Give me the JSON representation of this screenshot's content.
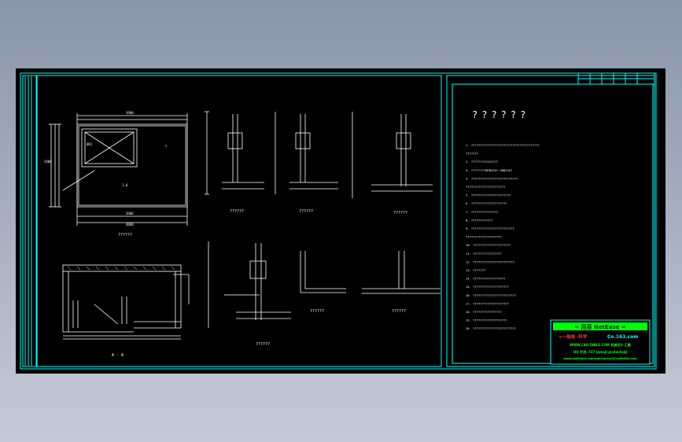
{
  "sheet": {
    "title": "??????",
    "section_labels": {
      "plan": "??????",
      "section_aa": "A - A",
      "detail_1": "??????",
      "detail_2": "??????",
      "detail_3": "??????",
      "detail_4": "??????",
      "detail_5": "??????",
      "detail_6": "??????"
    },
    "notes": [
      "1. ??????????????????????????????????????",
      "   ???????",
      "2. ????????C25????",
      "3. ????????HPB235? HRB335?",
      "4. ??????????????????????????",
      "   ??????????????????????",
      "5. ??????????????????????",
      "6. ????????????????????",
      "7. ???????????????",
      "8. ????????????",
      "9. ????????????????????????",
      "   ????????????????????",
      "10. ?????????????????????",
      "11. ????????????????",
      "12. ???????????????????????",
      "13. ???????",
      "14. ??????????????????",
      "15. ????????????????????",
      "16. ????????????????????????",
      "17. ????????????????????",
      "18. ????????????????",
      "19. ???????????????????",
      "20. ????????????????????????"
    ]
  },
  "watermark": {
    "header": "=   网易  NetEase  =",
    "line1_red": "=一格格 -科学",
    "line1_cyan": "Co.163.com",
    "line2": "WWW.CAD-TABLE.COM 机械设计 汇集",
    "line3": "QQ 交流: 727  [email protected]",
    "line4": "www.cadtable.com/mechanical@cadtable.com"
  },
  "colors": {
    "background": "#000000",
    "frame": "#00ffff",
    "linework": "#ffffff",
    "watermark_bg": "#00ff00",
    "watermark_red": "#ff2020"
  }
}
